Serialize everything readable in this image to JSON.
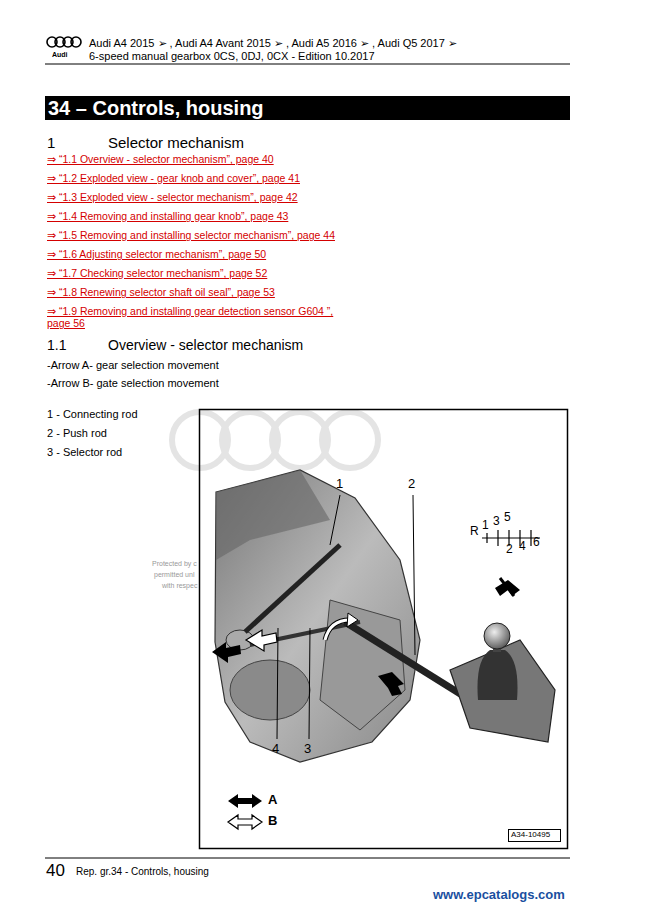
{
  "diagram": {
    "title": "34 – Controls, housing",
    "labels": [
      "Audi",
      "Audi A4 2015 ➢ , Audi A4 Avant 2015 ➢ , Audi A5 2016 ➢ , Audi Q5 2017 ➢",
      "6-speed manual gearbox 0CS, 0DJ, 0CX - Edition 10.2017",
      "1",
      "Selector mechanism",
      "⇒ “1.1 Overview - selector mechanism”, page 40",
      "⇒ “1.2 Exploded view - gear knob and cover”, page 41",
      "⇒ “1.3 Exploded view - selector mechanism”, page 42",
      "⇒ “1.4 Removing and installing gear knob”, page 43",
      "⇒ “1.5 Removing and installing selector mechanism”, page 44",
      "⇒ “1.6 Adjusting selector mechanism”, page 50",
      "⇒ “1.7 Checking selector mechanism”, page 52",
      "⇒ “1.8 Renewing selector shaft oil seal”, page 53",
      "⇒ “1.9 Removing and installing gear detection sensor G604 ”, page 56",
      "1.1",
      "Overview - selector mechanism",
      "-Arrow A- gear selection movement",
      "-Arrow B- gate selection movement",
      "1 - Connecting rod",
      "2 - Push rod",
      "3 - Selector rod",
      "Protected by c",
      "permitted unl",
      "with respec",
      "1",
      "2",
      "4",
      "3",
      "R",
      "1",
      "3",
      "5",
      "2",
      "4",
      "6",
      "A34-10495",
      "40",
      "Rep. gr.34 - Controls, housing",
      "www.epcatalogs.com"
    ],
    "legend": [
      {
        "text": "A"
      },
      {
        "text": "B"
      }
    ]
  }
}
